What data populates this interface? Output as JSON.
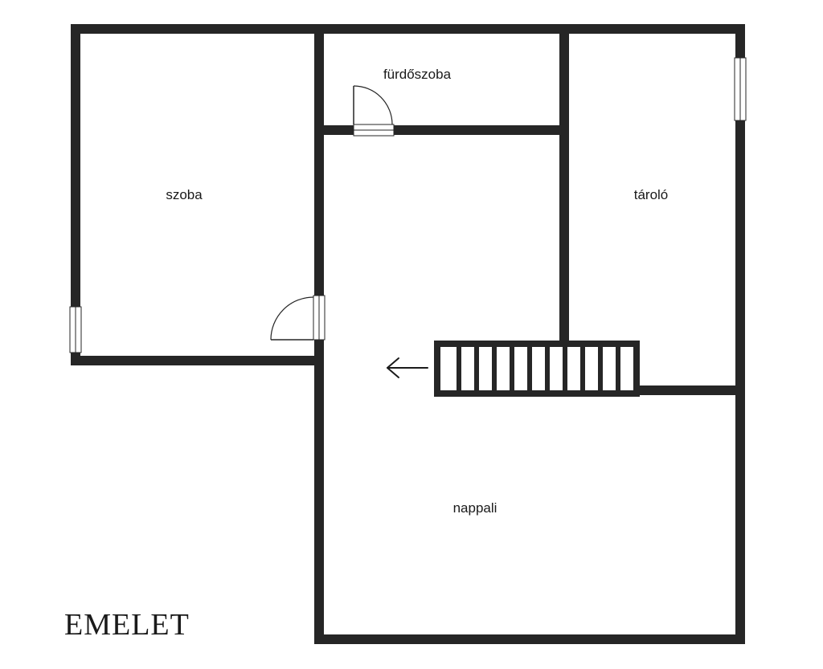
{
  "colors": {
    "wall": "#262626",
    "background": "#ffffff",
    "text": "#1a1a1a"
  },
  "floor_title": "EMELET",
  "rooms": {
    "szoba": "szoba",
    "furdoszoba": "fürdőszoba",
    "tarolo": "tároló",
    "nappali": "nappali"
  },
  "stairs": {
    "direction": "left"
  }
}
